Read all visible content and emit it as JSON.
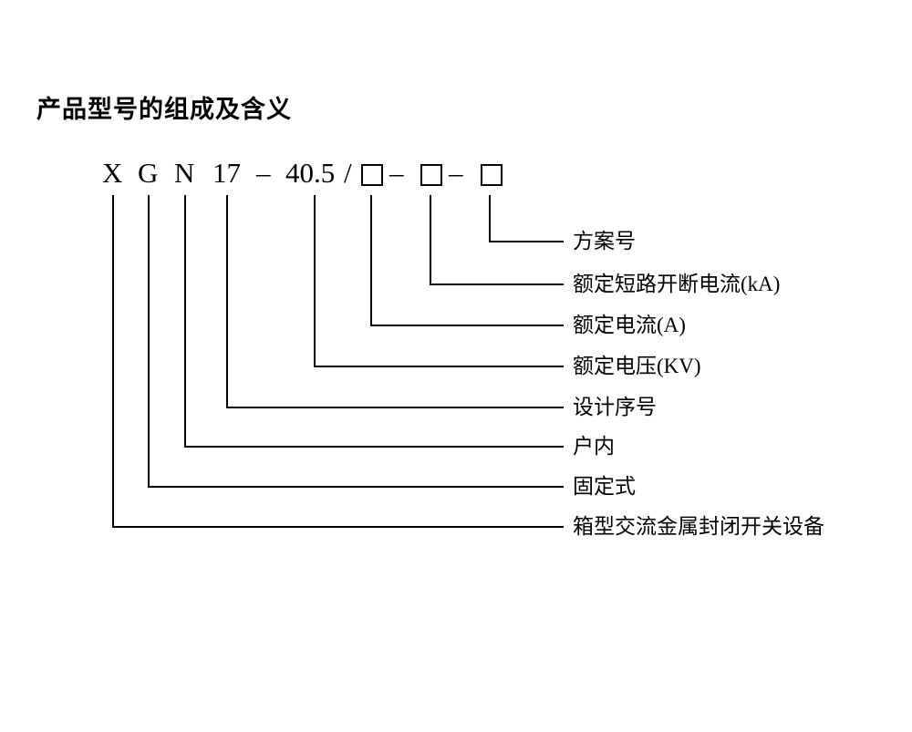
{
  "title": "产品型号的组成及含义",
  "model_code": {
    "x": "X",
    "g": "G",
    "n": "N",
    "serial": "17",
    "dash1": "–",
    "voltage": "40.5",
    "slash": "/",
    "dash2": "–",
    "dash3": "–"
  },
  "labels": {
    "scheme": "方案号",
    "breaking_current": "额定短路开断电流(kA)",
    "rated_current": "额定电流(A)",
    "rated_voltage": "额定电压(KV)",
    "design_serial": "设计序号",
    "indoor": "户内",
    "fixed_type": "固定式",
    "switchgear": "箱型交流金属封闭开关设备"
  },
  "colors": {
    "ink": "#000000",
    "background": "#ffffff"
  }
}
